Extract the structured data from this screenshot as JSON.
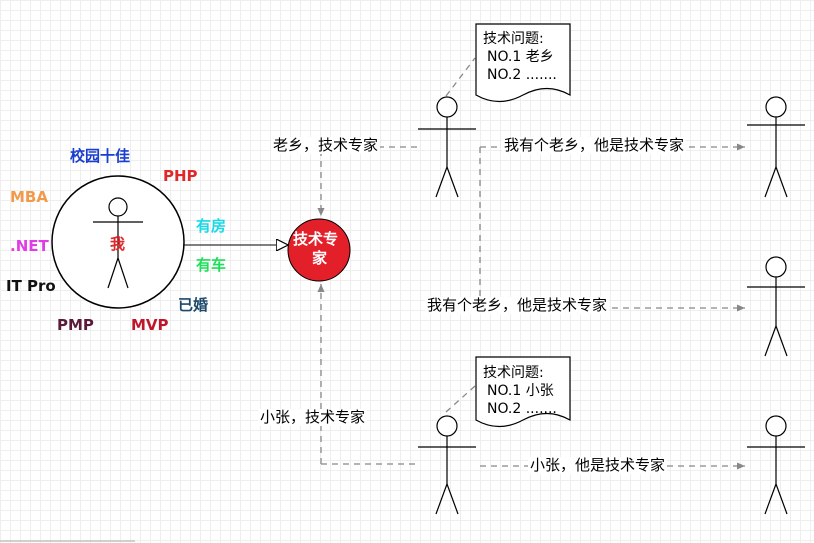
{
  "tags": {
    "xiaoyuan": "校园十佳",
    "php": "PHP",
    "mba": "MBA",
    "net": ".NET",
    "itpro": "IT Pro",
    "pmp": "PMP",
    "mvp": "MVP",
    "youfang": "有房",
    "youche": "有车",
    "yihun": "已婚"
  },
  "me_label": "我",
  "expert_node": {
    "line1": "技术专",
    "line2": "家"
  },
  "edge_labels": {
    "laoxiang_expert": "老乡，技术专家",
    "xiaozhang_expert": "小张，技术专家",
    "top_right": "我有个老乡，他是技术专家",
    "middle_right": "我有个老乡，他是技术专家",
    "bottom_right": "小张，他是技术专家"
  },
  "notes": [
    {
      "title": "技术问题:",
      "line1": "NO.1 老乡",
      "line2": "NO.2 ......."
    },
    {
      "title": "技术问题:",
      "line1": "NO.1 小张",
      "line2": "NO.2 ......."
    }
  ],
  "colors": {
    "xiaoyuan": "#1a3ecf",
    "php": "#e0282a",
    "mba": "#f2994a",
    "net": "#e03ce6",
    "itpro": "#111111",
    "pmp": "#5b1a3a",
    "mvp": "#c0162b",
    "youfang": "#1ad9e6",
    "youche": "#1de05a",
    "yihun": "#1d4a6b",
    "expert_fill": "#e3202a",
    "me_text": "#e0282a",
    "dashed": "#888888"
  }
}
